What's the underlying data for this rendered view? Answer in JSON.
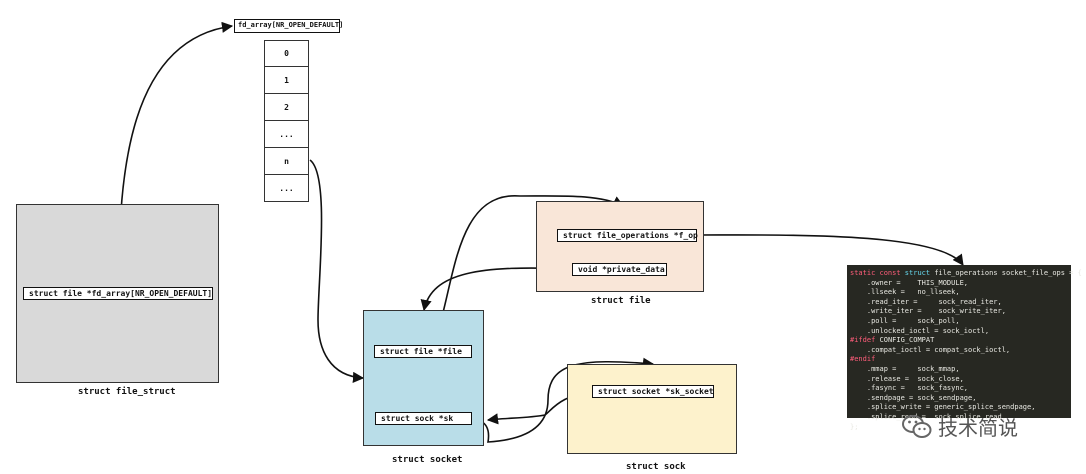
{
  "fd_array": {
    "title": "fd_array[NR_OPEN_DEFAULT]",
    "cells": [
      "0",
      "1",
      "2",
      "...",
      "n",
      "..."
    ]
  },
  "file_struct": {
    "field": "struct file *fd_array[NR_OPEN_DEFAULT]",
    "caption": "struct file_struct",
    "color": "#d9d9d9"
  },
  "file": {
    "f_op": "struct file_operations  *f_op",
    "private_data": "void  *private_data",
    "caption": "struct file",
    "color": "#f9e6d8"
  },
  "socket": {
    "file": "struct file *file",
    "sk": "struct sock *sk",
    "caption": "struct socket",
    "color": "#b9dde8"
  },
  "sock": {
    "sk_socket": "struct socket *sk_socket",
    "caption": "struct sock",
    "color": "#fdf2cc"
  },
  "code": {
    "lines": [
      [
        {
          "t": "static const ",
          "c": "kw"
        },
        {
          "t": "struct ",
          "c": "ty"
        },
        {
          "t": "file_operations socket_file_ops = {",
          "c": ""
        }
      ],
      [
        {
          "t": "    .owner =    THIS_MODULE,",
          "c": ""
        }
      ],
      [
        {
          "t": "    .llseek =   no_llseek,",
          "c": ""
        }
      ],
      [
        {
          "t": "    .read_iter =     sock_read_iter,",
          "c": ""
        }
      ],
      [
        {
          "t": "    .write_iter =    sock_write_iter,",
          "c": ""
        }
      ],
      [
        {
          "t": "    .poll =     sock_poll,",
          "c": ""
        }
      ],
      [
        {
          "t": "    .unlocked_ioctl = sock_ioctl,",
          "c": ""
        }
      ],
      [
        {
          "t": "#ifdef ",
          "c": "kw"
        },
        {
          "t": "CONFIG_COMPAT",
          "c": ""
        }
      ],
      [
        {
          "t": "    .compat_ioctl = compat_sock_ioctl,",
          "c": ""
        }
      ],
      [
        {
          "t": "#endif",
          "c": "kw"
        }
      ],
      [
        {
          "t": "    .mmap =     sock_mmap,",
          "c": ""
        }
      ],
      [
        {
          "t": "    .release =  sock_close,",
          "c": ""
        }
      ],
      [
        {
          "t": "    .fasync =   sock_fasync,",
          "c": ""
        }
      ],
      [
        {
          "t": "    .sendpage = sock_sendpage,",
          "c": ""
        }
      ],
      [
        {
          "t": "    .splice_write = generic_splice_sendpage,",
          "c": ""
        }
      ],
      [
        {
          "t": "    .splice_read =  sock_splice_read,",
          "c": ""
        }
      ],
      [
        {
          "t": "};",
          "c": ""
        }
      ]
    ]
  },
  "watermark": {
    "text": "技术简说",
    "icon": "wechat-icon"
  }
}
